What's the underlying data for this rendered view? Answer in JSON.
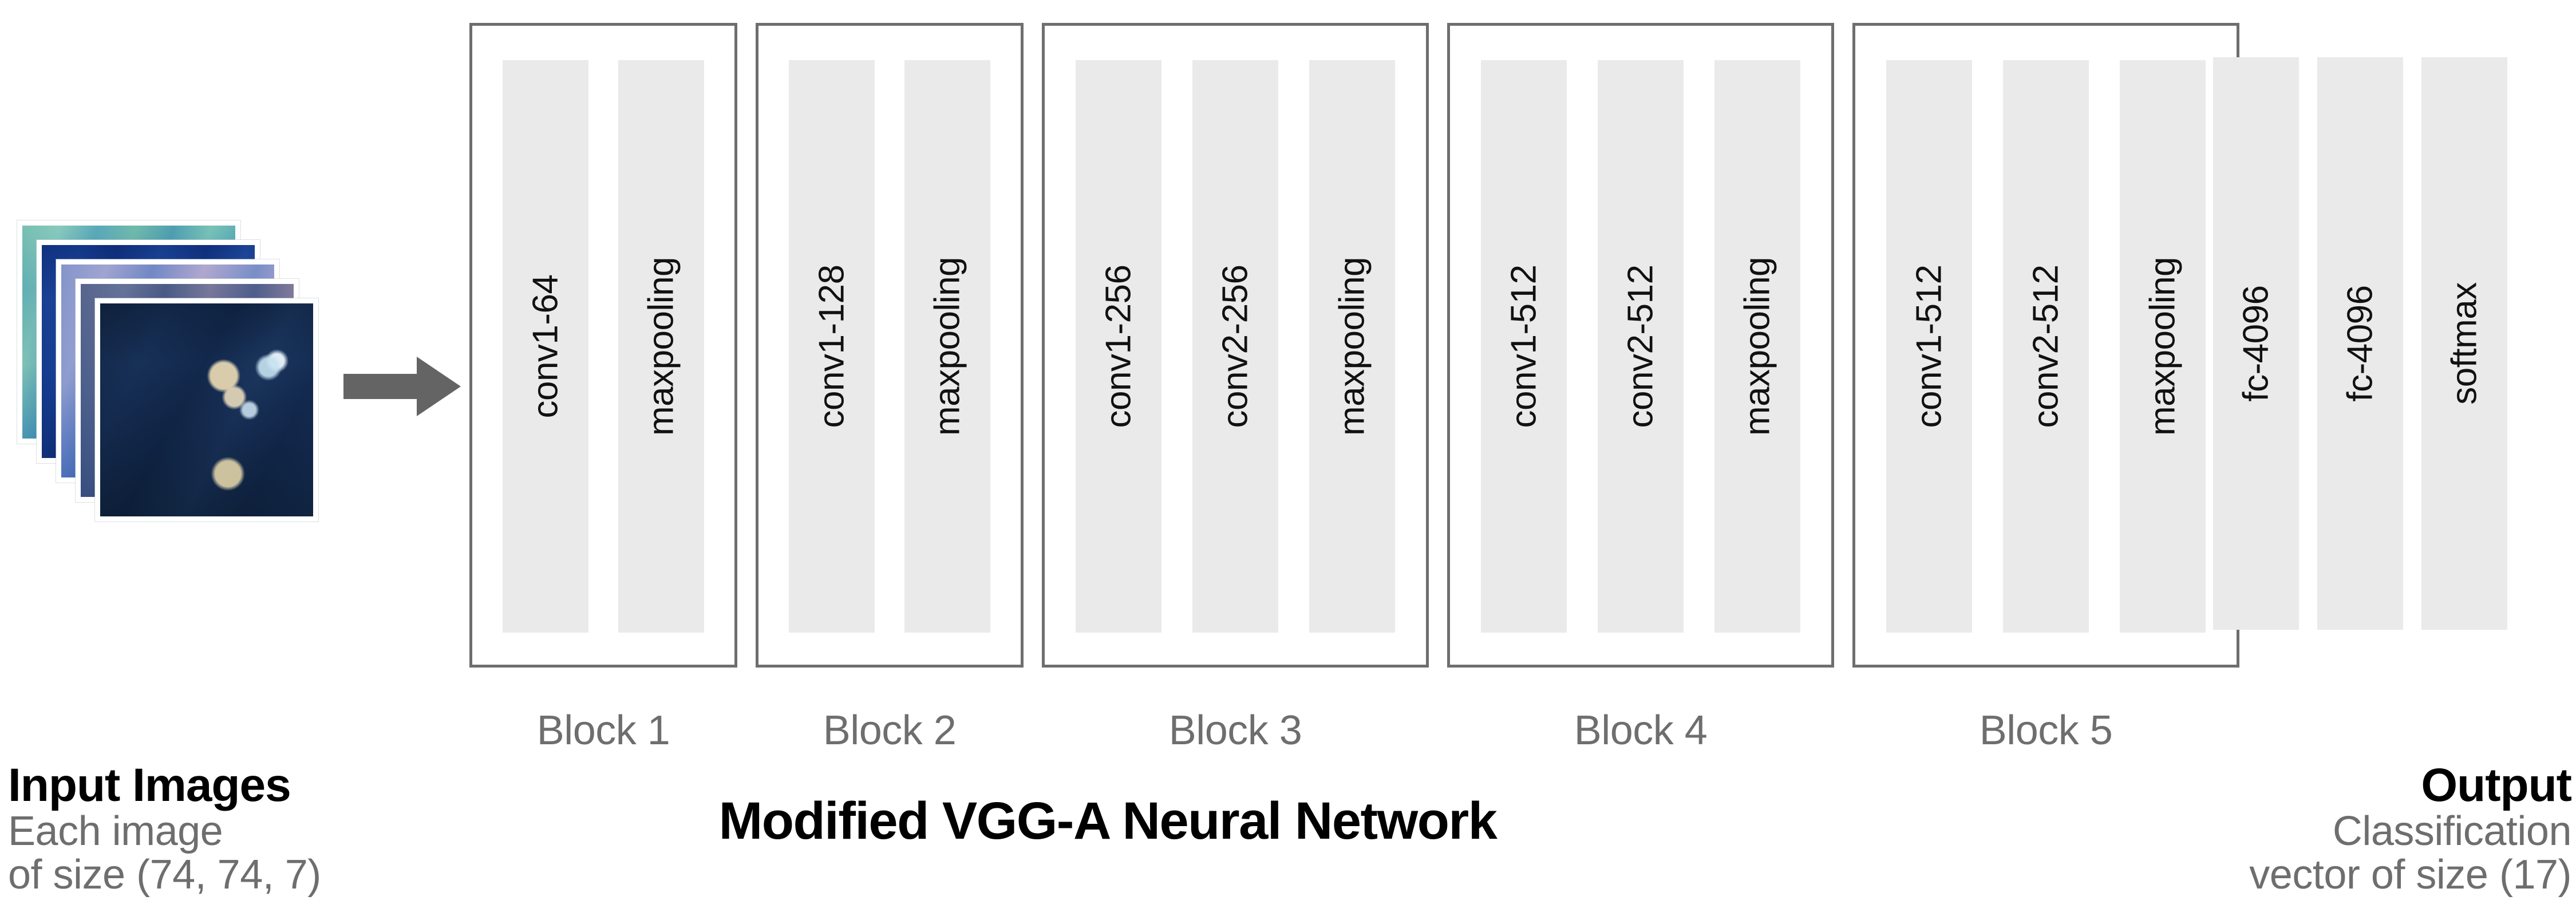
{
  "diagram": {
    "title": "Modified VGG-A Neural Network",
    "input": {
      "title": "Input Images",
      "subtitle_line1": "Each image",
      "subtitle_line2": "of size (74, 74, 7)",
      "num_cards": 5,
      "arrow_icon": "right-arrow-icon"
    },
    "output": {
      "title": "Output",
      "subtitle_line1": "Classification",
      "subtitle_line2": "vector of size (17)"
    },
    "blocks": [
      {
        "caption": "Block 1",
        "layers": [
          "conv1-64",
          "maxpooling"
        ]
      },
      {
        "caption": "Block 2",
        "layers": [
          "conv1-128",
          "maxpooling"
        ]
      },
      {
        "caption": "Block 3",
        "layers": [
          "conv1-256",
          "conv2-256",
          "maxpooling"
        ]
      },
      {
        "caption": "Block 4",
        "layers": [
          "conv1-512",
          "conv2-512",
          "maxpooling"
        ]
      },
      {
        "caption": "Block 5",
        "layers": [
          "conv1-512",
          "conv2-512",
          "maxpooling"
        ]
      }
    ],
    "tail_layers": [
      "fc-4096",
      "fc-4096",
      "softmax"
    ],
    "colors": {
      "layer_fill": "#eaeaea",
      "block_border": "#6e6e6e",
      "caption_gray": "#6e6e6e",
      "title_black": "#000000",
      "arrow_gray": "#646464",
      "background": "#ffffff"
    }
  }
}
